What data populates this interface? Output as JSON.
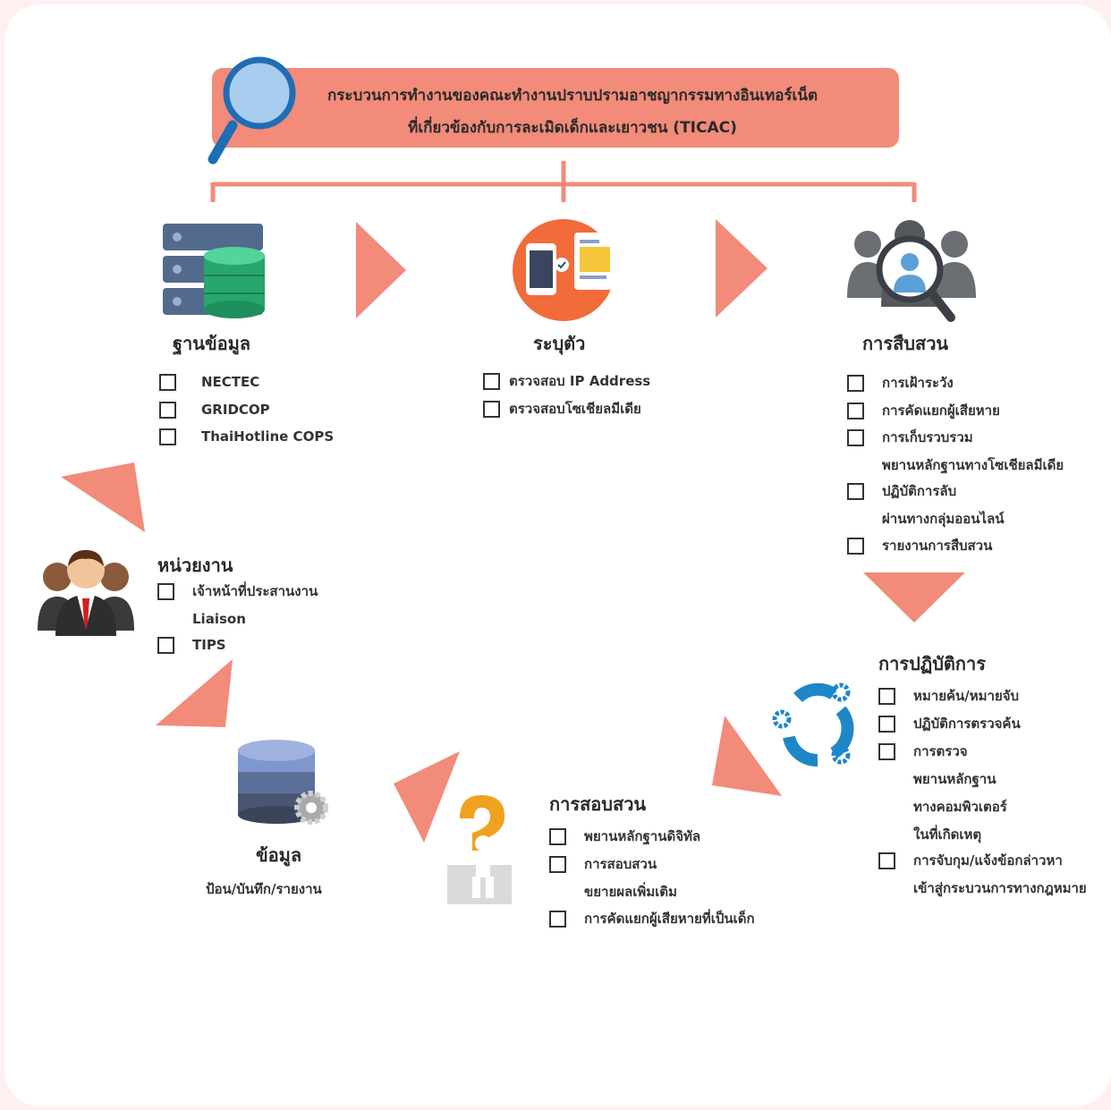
{
  "title": {
    "line1": "กระบวนการทำงานของคณะทำงานปราบปรามอาชญากรรมทางอินเทอร์เน็ต",
    "line2": "ที่เกี่ยวข้องกับการละเมิดเด็กและเยาวชน (TICAC)"
  },
  "colors": {
    "accent": "#f28b79",
    "card": "#ffffff",
    "background": "#fdf0ef"
  },
  "sections": {
    "database": {
      "heading": "ฐานข้อมูล",
      "icon": "server-database-icon",
      "items": [
        "NECTEC",
        "GRIDCOP",
        "ThaiHotline COPS"
      ]
    },
    "identify": {
      "heading": "ระบุตัว",
      "icon": "mobile-checklist-icon",
      "items": [
        "ตรวจสอบ IP Address",
        "ตรวจสอบโซเชียลมีเดีย"
      ]
    },
    "investigation": {
      "heading": "การสืบสวน",
      "icon": "people-search-icon",
      "items": [
        [
          "การเฝ้าระวัง"
        ],
        [
          "การคัดแยกผู้เสียหาย"
        ],
        [
          "การเก็บรวบรวม",
          "พยานหลักฐานทางโซเชียลมีเดีย"
        ],
        [
          "ปฏิบัติการลับ",
          "ผ่านทางกลุ่มออนไลน์"
        ],
        [
          "รายงานการสืบสวน"
        ]
      ]
    },
    "operation": {
      "heading": "การปฏิบัติการ",
      "icon": "gears-cycle-icon",
      "items": [
        [
          "หมายค้น/หมายจับ"
        ],
        [
          "ปฏิบัติการตรวจค้น"
        ],
        [
          "การตรวจ",
          "พยานหลักฐาน",
          "ทางคอมพิวเตอร์",
          "ในที่เกิดเหตุ"
        ],
        [
          "การจับกุม/แจ้งข้อกล่าวหา",
          "เข้าสู่กระบวนการทางกฎหมาย"
        ]
      ]
    },
    "interrogation": {
      "heading": "การสอบสวน",
      "icon": "question-mark-person-icon",
      "items": [
        [
          "พยานหลักฐานดิจิทัล"
        ],
        [
          "การสอบสวน",
          "ขยายผลเพิ่มเติม"
        ],
        [
          "การคัดแยกผู้เสียหายที่เป็นเด็ก"
        ]
      ]
    },
    "data": {
      "heading": "ข้อมูล",
      "subheading": "ป้อน/บันทึก/รายงาน",
      "icon": "database-gear-icon"
    },
    "agency": {
      "heading": "หน่วยงาน",
      "icon": "business-people-icon",
      "items": [
        [
          "เจ้าหน้าที่ประสานงาน",
          "Liaison"
        ],
        [
          "TIPS"
        ]
      ]
    }
  }
}
